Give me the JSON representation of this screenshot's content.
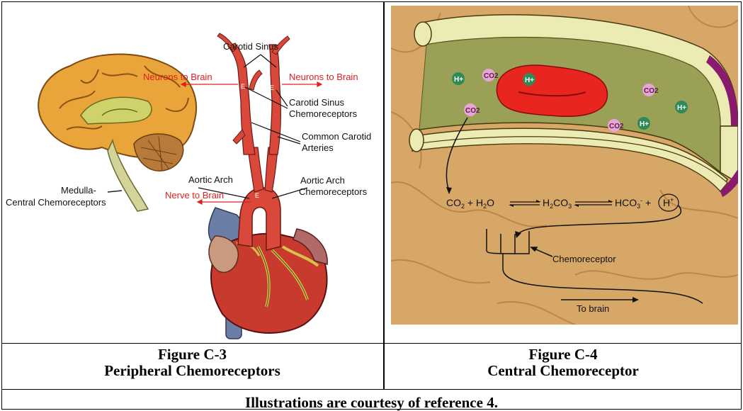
{
  "figure_left": {
    "labels": {
      "carotid_sinus": "Carotid Sinus",
      "neurons_to_brain_left": "Neurons to Brain",
      "neurons_to_brain_right": "Neurons to Brain",
      "carotid_sinus_chemo_1": "Carotid Sinus",
      "carotid_sinus_chemo_2": "Chemoreceptors",
      "common_carotid_1": "Common Carotid",
      "common_carotid_2": "Arteries",
      "aortic_arch": "Aortic Arch",
      "aortic_arch_chemo_1": "Aortic Arch",
      "aortic_arch_chemo_2": "Chemoreceptors",
      "nerve_to_brain": "Nerve to Brain",
      "medulla_1": "Medulla-",
      "medulla_2": "Central Chemoreceptors"
    }
  },
  "figure_right": {
    "molecules": {
      "h_plus": "H+",
      "co2": "CO2"
    },
    "equation": {
      "co2": "CO",
      "co2_sub": "2",
      "plus1": "+",
      "h2o": "H",
      "h2o_sub": "2",
      "h2o_o": "O",
      "h2co3": "H",
      "h2co3_sub1": "2",
      "h2co3_co": "CO",
      "h2co3_sub2": "3",
      "hco3": "HCO",
      "hco3_sub": "3",
      "hco3_sup": "-",
      "plus2": "+",
      "hplus": "H",
      "hplus_sup": "+"
    },
    "chemoreceptor_label": "Chemoreceptor",
    "to_brain_label": "To brain"
  },
  "captions": {
    "left_line1": "Figure C-3",
    "left_line2": "Peripheral Chemoreceptors",
    "right_line1": "Figure C-4",
    "right_line2": "Central Chemoreceptor",
    "footer": "Illustrations are courtesy of reference 4."
  },
  "colors": {
    "label_red": "#e0201d",
    "artery_red": "#d9483a",
    "rbc_red": "#e8261f",
    "vessel_yellow": "#ecebb3",
    "vessel_purple": "#8a1a6e",
    "lumen_olive": "#9aa055",
    "tissue_tan": "#d7a768",
    "h_plus_green": "#2e8b57",
    "co2_pink": "#e7a6d6"
  }
}
